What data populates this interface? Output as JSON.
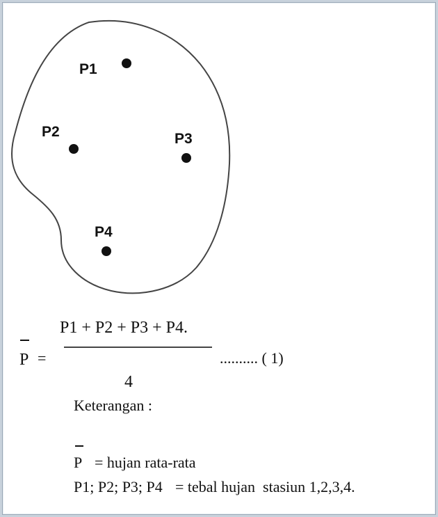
{
  "diagram": {
    "stations": [
      {
        "label": "P1"
      },
      {
        "label": "P2"
      },
      {
        "label": "P3"
      },
      {
        "label": "P4"
      }
    ]
  },
  "formula": {
    "lhs": "P",
    "equals": "=",
    "numerator": "P1 + P2 + P3 + P4.",
    "denominator": "4",
    "equation_ref": ".......... ( 1)"
  },
  "legend": {
    "heading": "Keterangan :",
    "items": [
      {
        "symbol": "P",
        "text": "= hujan rata-rata"
      },
      {
        "symbol": "P1; P2; P3; P4",
        "text": "= tebal hujan  stasiun 1,2,3,4."
      }
    ]
  }
}
